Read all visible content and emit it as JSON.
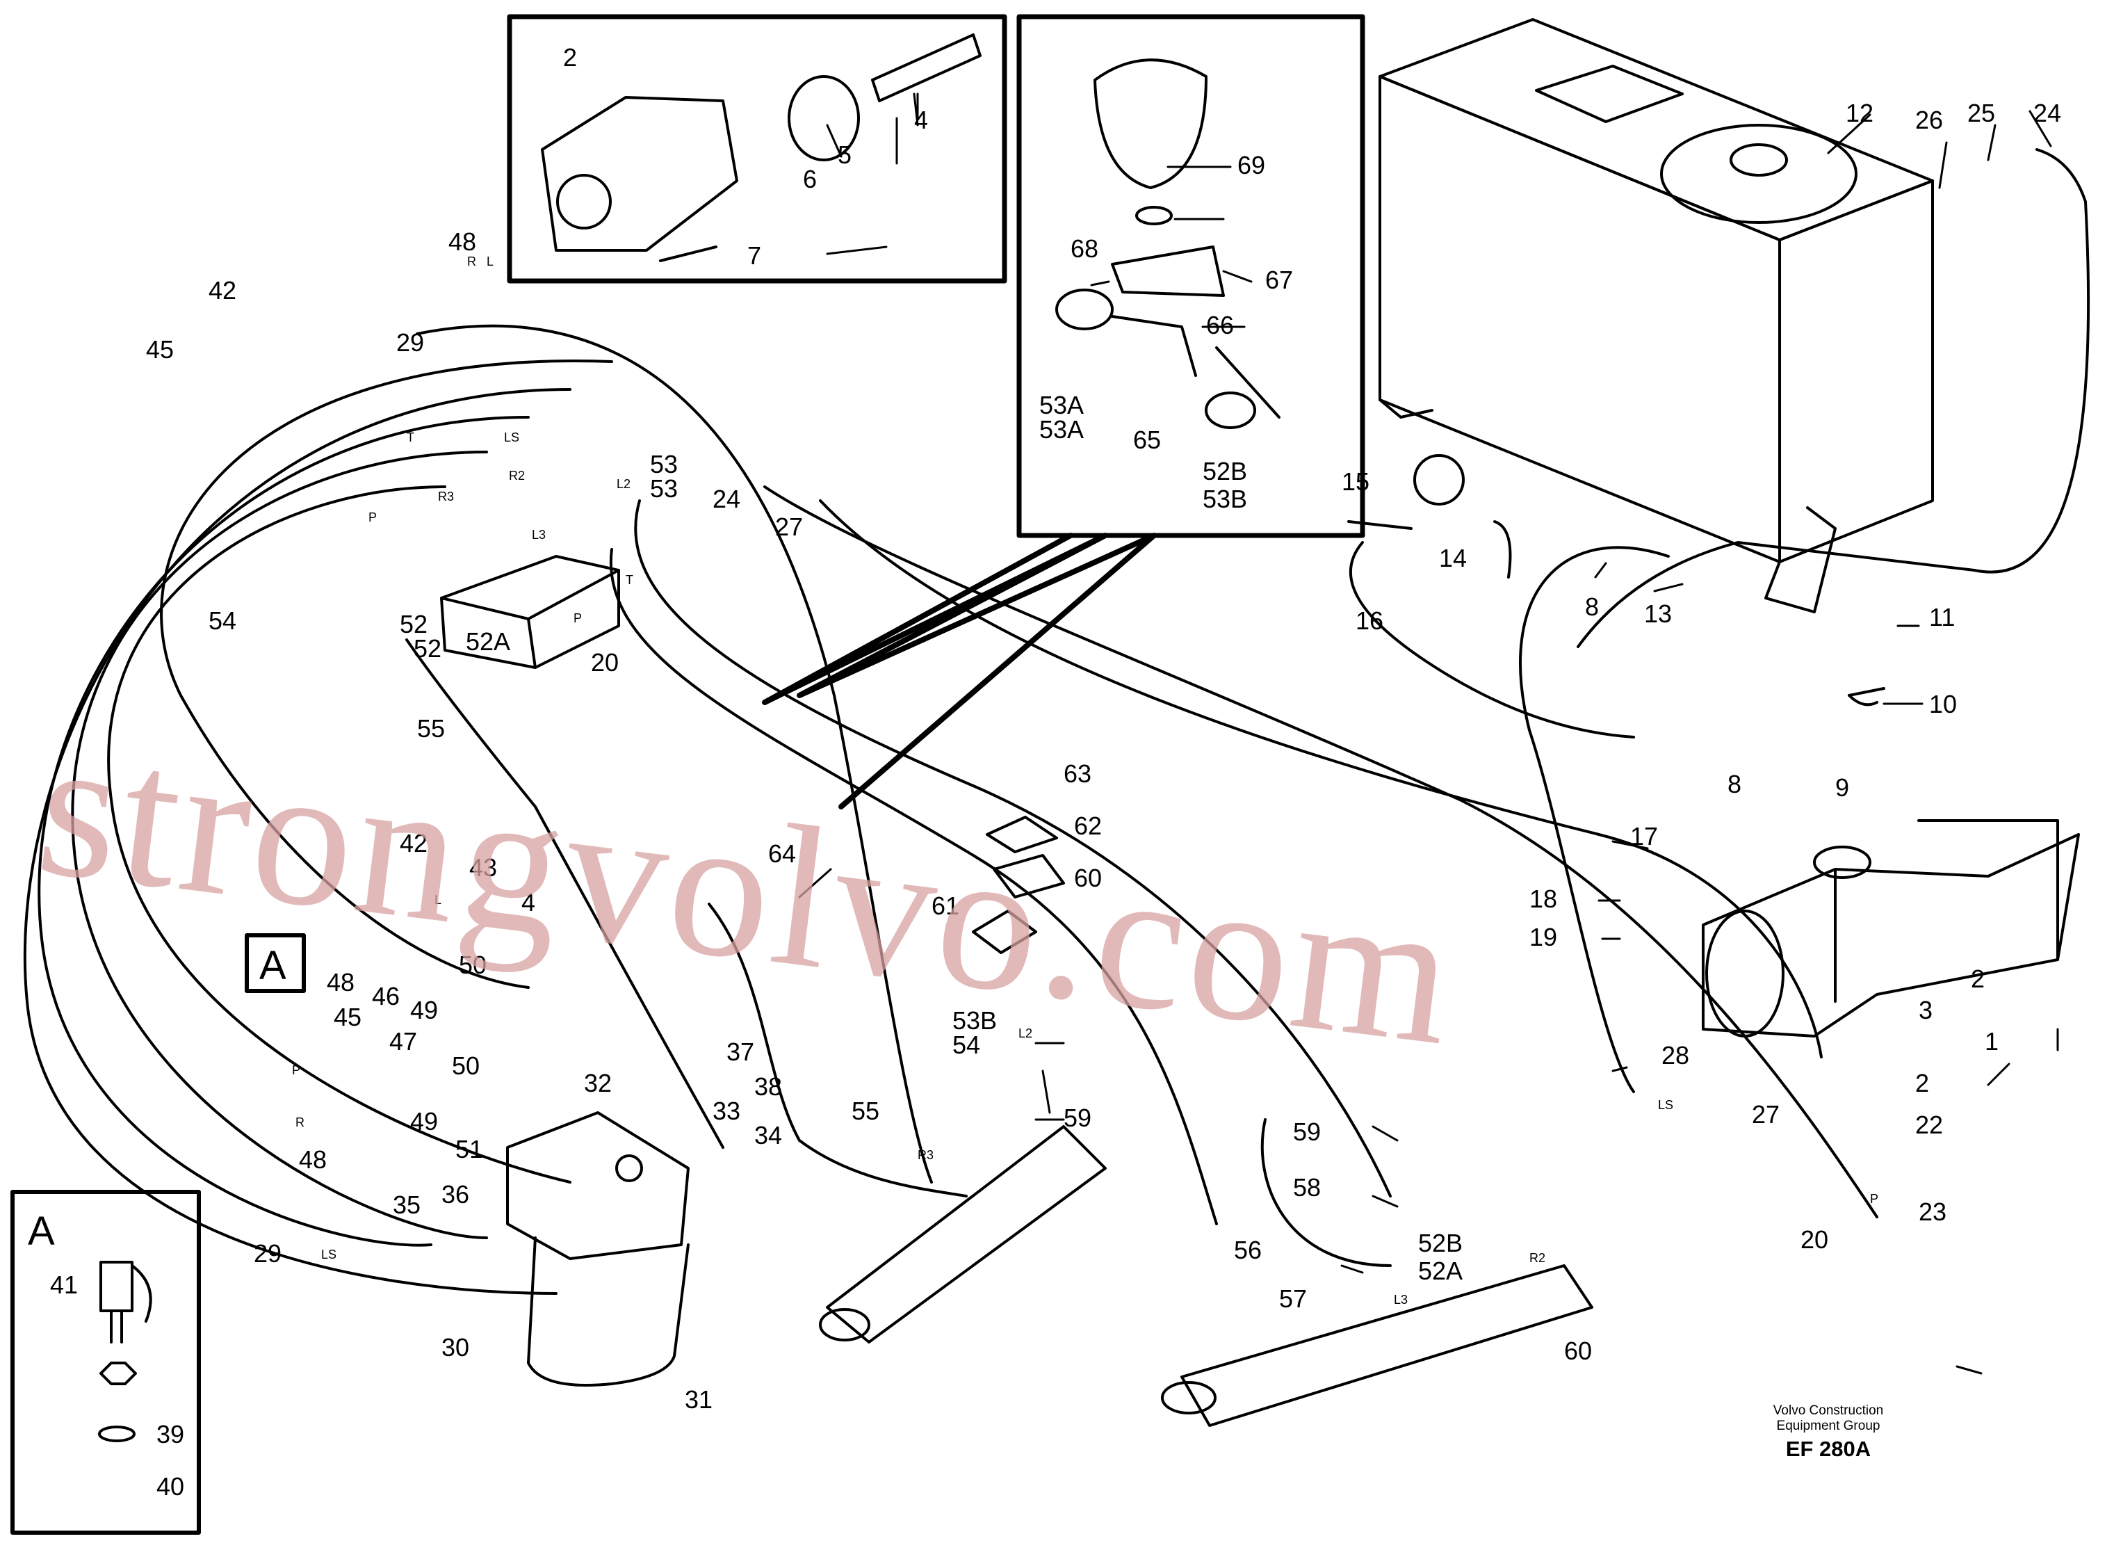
{
  "diagram": {
    "watermark": "strongvolvo.com",
    "caption": {
      "company_line1": "Volvo Construction",
      "company_line2": "Equipment Group",
      "code": "EF 280A"
    },
    "detail_labels": {
      "detail_a": "A",
      "callout_a": "A"
    },
    "callouts": [
      "1",
      "2",
      "2",
      "3",
      "4",
      "4",
      "5",
      "6",
      "7",
      "8",
      "8",
      "9",
      "10",
      "11",
      "12",
      "13",
      "14",
      "15",
      "16",
      "17",
      "18",
      "19",
      "20",
      "20",
      "2",
      "22",
      "23",
      "24",
      "24",
      "25",
      "26",
      "27",
      "27",
      "28",
      "29",
      "29",
      "30",
      "31",
      "32",
      "33",
      "34",
      "35",
      "36",
      "37",
      "38",
      "39",
      "40",
      "41",
      "42",
      "42",
      "43",
      "45",
      "45",
      "46",
      "47",
      "48",
      "48",
      "48",
      "49",
      "49",
      "50",
      "50",
      "51",
      "52A",
      "52",
      "52",
      "52B",
      "52A",
      "53A",
      "52B",
      "53B",
      "53A",
      "53",
      "53",
      "53B",
      "54",
      "54",
      "55",
      "55",
      "56",
      "57",
      "58",
      "59",
      "59",
      "60",
      "60",
      "61",
      "62",
      "63",
      "64",
      "65",
      "66",
      "67",
      "68",
      "69"
    ],
    "port_tags": [
      "R",
      "L",
      "T",
      "LS",
      "R2",
      "L2",
      "R3",
      "P",
      "L3",
      "T",
      "P",
      "L2",
      "R3",
      "R2",
      "L3",
      "L",
      "P",
      "R",
      "LS",
      "LS",
      "P"
    ]
  }
}
